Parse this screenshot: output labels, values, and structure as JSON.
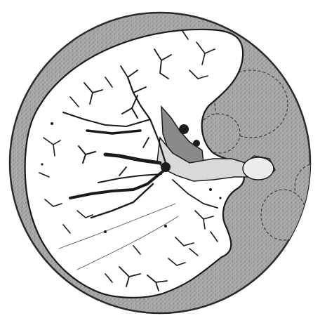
{
  "colors": {
    "background": "#ffffff",
    "outer_tissue": "#a9a9a9",
    "outer_speckle": "#6f6f6f",
    "field": "#ffffff",
    "outline": "#1a1a1a",
    "vessel_dark": "#1c1c1c",
    "hilum_gray": "#8a8a8a",
    "hilum_light": "#d9d9d9",
    "node_outline": "#3a3a3a"
  },
  "elements": {
    "outer_disc": "circular-field",
    "tissue_region": "lung-field",
    "branches": "bronchovascular-branches",
    "hilum": "hilar-structures",
    "nodes": "dashed-nodules"
  }
}
